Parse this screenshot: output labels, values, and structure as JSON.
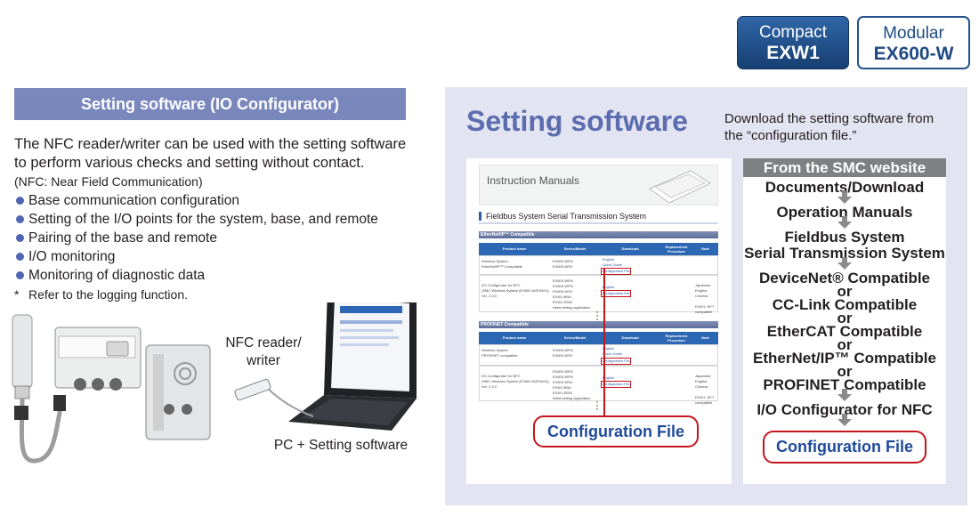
{
  "badges": {
    "compact": {
      "line1": "Compact",
      "line2": "EXW1"
    },
    "modular": {
      "line1": "Modular",
      "line2": "EX600-W"
    }
  },
  "left": {
    "header": "Setting software (IO Configurator)",
    "intro_line1": "The NFC reader/writer can be used with the setting software",
    "intro_line2": "to perform various checks and setting without contact.",
    "nfc_note": "(NFC: Near Field Communication)",
    "features": [
      "Base communication configuration",
      "Setting of the I/O points for the system, base, and remote",
      "Pairing of the base and remote",
      "I/O monitoring",
      "Monitoring of diagnostic data"
    ],
    "footnote_mark": "*",
    "footnote": "Refer to the logging function.",
    "label_nfc_line1": "NFC reader/",
    "label_nfc_line2": "writer",
    "label_pc": "PC + Setting software"
  },
  "right": {
    "title": "Setting software",
    "desc_line1": "Download the setting software from",
    "desc_line2": "the “configuration file.”",
    "screenshot": {
      "header": "Instruction Manuals",
      "section": "Fieldbus System Serial Transmission System",
      "band1": "EtherNet/IP™ Compatible",
      "band2": "PROFINET Compatible",
      "columns": [
        "Product name",
        "Series/Model",
        "Download",
        "Replacement Procedure",
        "Note"
      ],
      "rows": [
        {
          "product": "Wireless System\nEtherNet/IP™ Compatible",
          "model": "EX600-WEN\nEX600-WSV",
          "dl1": "English",
          "dl2": "Quick Guide",
          "cfg": "Configuration File",
          "note": ""
        },
        {
          "product": "I/O Configurator for NFC\n(SMC Wireless System (EX600-W/EXW1))\nVer. 2.3.0",
          "model": "EX600-WEN\nEX600-WPN\nEX600-WSV\nEXW1-BNU\nEXW1-RDM\nInitial setting application",
          "dl1": "English",
          "dl2": "",
          "cfg": "Configuration File",
          "note": "Japanese, English, Chinese\n\nEXW1: NFT compatible"
        },
        {
          "product": "Wireless System\nPROFINET compatible",
          "model": "EX600-WPN\nEX600-WSV",
          "dl1": "English",
          "dl2": "Quick Guide",
          "cfg": "Configuration File",
          "note": ""
        },
        {
          "product": "I/O Configurator for NFC\n(SMC Wireless System (EX600-W/EXW1))\nVer. 2.3.0",
          "model": "EX600-WEN\nEX600-WPN\nEX600-WSV\nEXW1-BNU\nEXW1-RDM\nInitial setting application",
          "dl1": "English",
          "dl2": "",
          "cfg": "Configuration File",
          "note": "Japanese, English, Chinese\n\nEXW1: NFT compatible"
        }
      ],
      "big_button": "Configuration File"
    },
    "flow": {
      "head": "From the SMC website",
      "step1": "Documents/Download",
      "step2": "Operation Manuals",
      "step3_line1": "Fieldbus System",
      "step3_line2": "Serial Transmission System",
      "opt1": "DeviceNet® Compatible",
      "opt2": "CC-Link Compatible",
      "opt3": "EtherCAT Compatible",
      "opt4": "EtherNet/IP™ Compatible",
      "opt5": "PROFINET Compatible",
      "or": "or",
      "step5": "I/O Configurator for NFC",
      "final": "Configuration File"
    }
  },
  "colors": {
    "header_purple": "#7a87bd",
    "title_blue": "#5c6cae",
    "panel_bg": "#e2e4f1",
    "red": "#c4161c",
    "link_blue": "#1f4a9a"
  }
}
